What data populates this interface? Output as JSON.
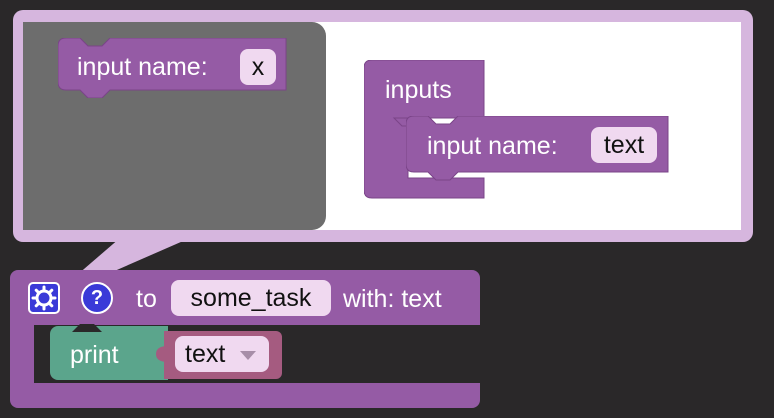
{
  "mutator": {
    "flyout_block_label": "input name:",
    "flyout_block_value": "x",
    "container_label": "inputs",
    "item_label": "input name:",
    "item_value": "text"
  },
  "procedure": {
    "prefix": "to",
    "name": "some_task",
    "params": "with: text",
    "settings_icon": "gear-icon",
    "help_icon": "?"
  },
  "body": {
    "print_label": "print",
    "variable_value": "text",
    "variable_dropdown_icon": "chevron-down-icon"
  },
  "colors": {
    "procedure": "#955ba5",
    "text_block": "#5ba58c",
    "variable": "#a55b80",
    "bubble": "#d6b6de",
    "flyout": "#6d6d6d",
    "workspace": "#2a2829"
  }
}
